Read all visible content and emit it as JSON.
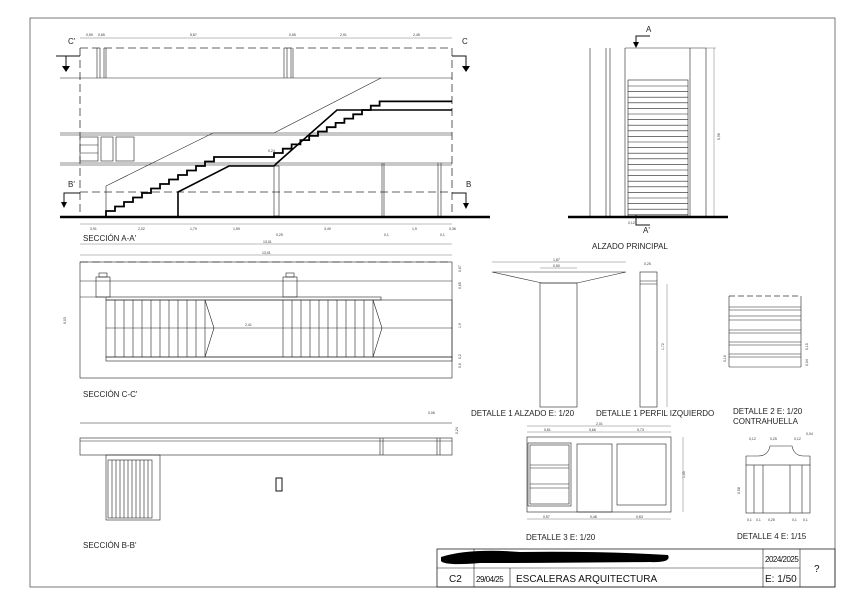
{
  "sheet": {
    "views": {
      "section_aa": {
        "title": "SECCIÓN A-A'",
        "cut_left": "C'",
        "cut_right": "C",
        "cut_b_left": "B'",
        "cut_b_right": "B",
        "dims_top": [
          "0,59",
          "0,65",
          "5,87",
          "0,65",
          "2,91",
          "2,45"
        ],
        "dims_bottom": [
          "0,91",
          "2,02",
          "1,79",
          "1,59",
          "0,25",
          "3,49",
          "0,1",
          "1,9",
          "0,1",
          "0,36"
        ],
        "dim_total": "13,01",
        "dim_landing": "0,24"
      },
      "alzado": {
        "title": "ALZADO PRINCIPAL",
        "cut_top": "A",
        "cut_bottom": "A'",
        "dim_height": "5,96",
        "dim_base": "0,12"
      },
      "section_cc": {
        "title": "SECCIÓN C-C'",
        "dim_total": "13,01",
        "dim_height": "6,03",
        "dim_gap": "2,41",
        "dims_right": [
          "0,67",
          "0,65",
          "1,9",
          "0,2",
          "0,6"
        ]
      },
      "section_bb": {
        "title": "SECCIÓN B-B'",
        "dim_top": "0,06",
        "dim_right": "0,24"
      },
      "detalle1_alzado": {
        "title": "DETALLE 1 ALZADO  E: 1/20",
        "dim_top": "1,87",
        "dim_inner": "0,50"
      },
      "detalle1_perfil": {
        "title": "DETALLE 1 PERFIL IZQUIERDO",
        "dim_top": "0,25",
        "dim_height": "1,72"
      },
      "detalle2": {
        "title": "DETALLE 2 E: 1/20",
        "subtitle": "CONTRAHUELLA",
        "dims": [
          "0,15",
          "0,04",
          "0,16"
        ]
      },
      "detalle3": {
        "title": "DETALLE 3 E: 1/20",
        "dim_total": "2,01",
        "dims_top": [
          "0,61",
          "0,66",
          "0,73"
        ],
        "dims_bottom": [
          "0,57",
          "0,48",
          "0,63"
        ],
        "dim_height": "1,05"
      },
      "detalle4": {
        "title": "DETALLE 4 E: 1/15",
        "dims_top": [
          "0,12",
          "0,25",
          "0,12",
          "0,04"
        ],
        "dims_bottom": [
          "0,1",
          "0,1",
          "0,25",
          "0,1",
          "0,1"
        ],
        "dim_height": "0,58"
      }
    },
    "title_block": {
      "author": "",
      "year": "2024/2025",
      "code": "C2",
      "date": "29/04/25",
      "title": "ESCALERAS ARQUITECTURA",
      "scale": "E: 1/50",
      "sheet_number": "?"
    }
  }
}
